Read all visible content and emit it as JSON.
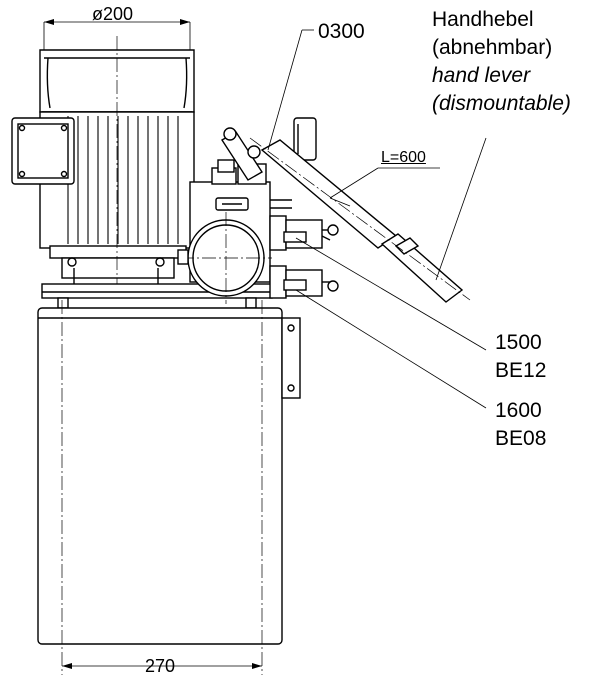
{
  "dimensions": {
    "top_diameter": "ø200",
    "bottom_width": "270",
    "lever_length": "L=600"
  },
  "callouts": {
    "c0300": "0300",
    "c1500": "1500",
    "c1500_code": "BE12",
    "c1600": "1600",
    "c1600_code": "BE08"
  },
  "hand_lever": {
    "german_line1": "Handhebel",
    "german_line2": "(abnehmbar)",
    "english_line1": "hand lever",
    "english_line2": "(dismountable)"
  }
}
